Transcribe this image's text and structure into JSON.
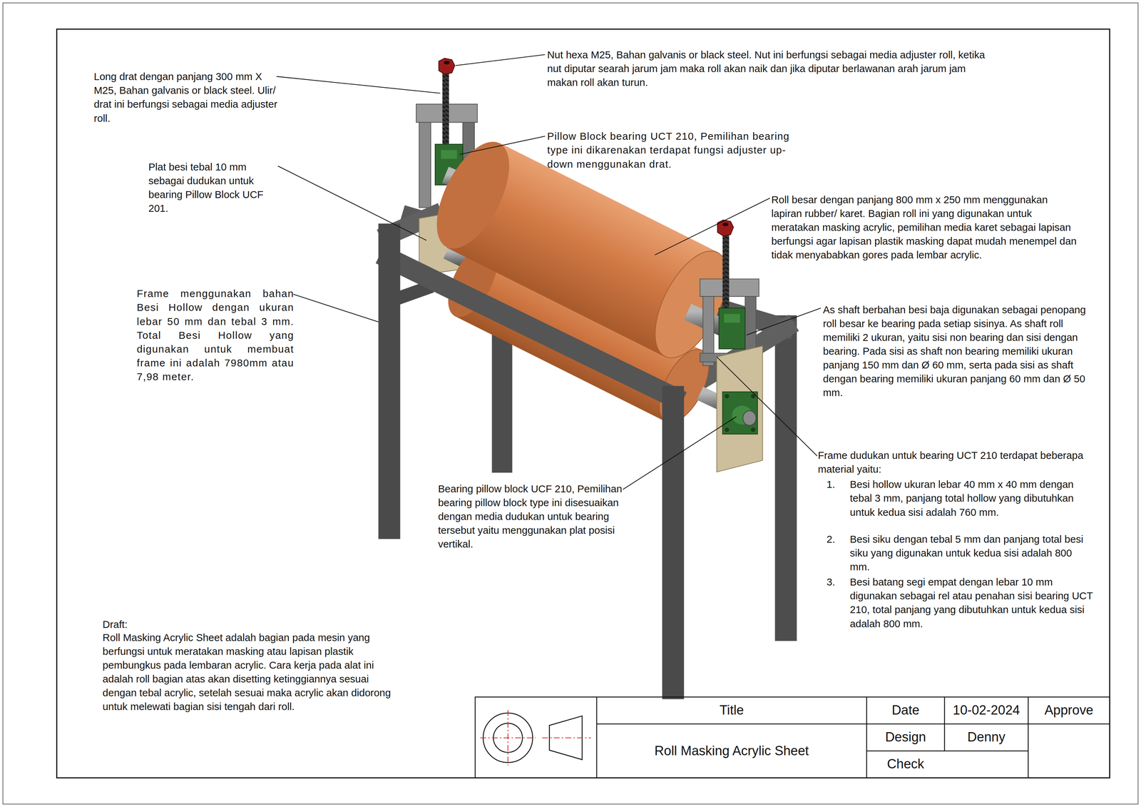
{
  "diagram": {
    "labels": [
      "Long drat dengan panjang 300 mm X M25, Bahan galvanis or black steel. Ulir/ drat ini berfungsi sebagai media adjuster roll.",
      "Nut hexa M25, Bahan galvanis or black steel. Nut ini berfungsi sebagai media adjuster roll, ketika nut diputar searah jarum jam maka roll akan naik dan jika diputar berlawanan arah jarum jam makan roll akan turun.",
      "Pillow Block bearing UCT 210, Pemilihan bearing type ini dikarenakan terdapat fungsi adjuster up-down menggunakan drat.",
      "Plat besi tebal 10 mm sebagai dudukan untuk bearing Pillow Block UCF 201.",
      "Roll besar dengan panjang 800 mm x 250 mm menggunakan lapiran rubber/ karet. Bagian roll ini yang digunakan untuk meratakan masking acrylic, pemilihan media karet sebagai lapisan berfungsi agar lapisan plastik masking dapat mudah menempel dan tidak menyababkan gores pada lembar acrylic.",
      "Frame menggunakan bahan Besi Hollow dengan ukuran lebar 50 mm dan tebal 3 mm. Total Besi Hollow yang digunakan untuk membuat frame ini adalah 7980mm atau 7,98 meter.",
      "As shaft berbahan besi baja digunakan sebagai penopang roll besar ke bearing pada setiap sisinya. As shaft roll memiliki 2 ukuran, yaitu sisi non bearing dan sisi dengan bearing. Pada sisi as shaft non bearing memiliki ukuran panjang 150 mm dan Ø 60 mm, serta pada sisi as shaft dengan bearing memiliki ukuran panjang 60 mm dan Ø 50 mm.",
      "Bearing pillow block UCF 210, Pemilihan bearing pillow block type ini disesuaikan dengan media dudukan untuk bearing tersebut yaitu menggunakan plat posisi vertikal.",
      "Frame dudukan untuk bearing UCT 210 terdapat beberapa material yaitu:",
      "1.",
      "Besi hollow ukuran lebar 40 mm x 40 mm dengan tebal 3 mm, panjang total hollow yang dibutuhkan untuk kedua sisi adalah 760 mm.",
      "2.",
      "Besi siku dengan tebal 5 mm dan panjang total besi siku yang digunakan untuk kedua sisi adalah 800 mm.",
      "3.",
      "Besi batang segi empat dengan lebar 10 mm digunakan sebagai rel atau penahan sisi bearing UCT 210, total panjang yang dibutuhkan untuk kedua sisi adalah 800 mm.",
      "Draft:",
      "Roll Masking Acrylic Sheet adalah bagian pada mesin yang berfungsi untuk meratakan masking atau lapisan plastik pembungkus pada lembaran acrylic. Cara kerja pada alat ini adalah roll bagian atas akan disetting ketinggiannya sesuai dengan tebal acrylic, setelah sesuai maka acrylic akan didorong untuk melewati bagian sisi tengah dari roll.",
      "Title",
      "Roll Masking Acrylic Sheet",
      "Date",
      "10-02-2024",
      "Approve",
      "Design",
      "Denny",
      "Check"
    ]
  }
}
